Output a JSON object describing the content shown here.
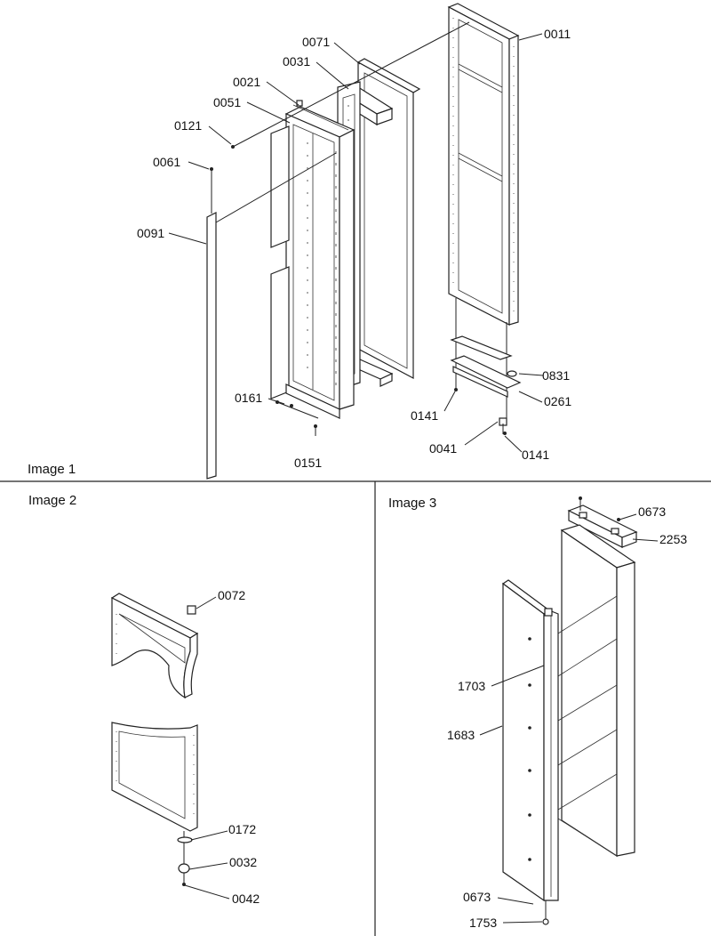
{
  "panels": {
    "image1": "Image 1",
    "image2": "Image 2",
    "image3": "Image 3"
  },
  "image1_parts": {
    "p0011": "0011",
    "p0071": "0071",
    "p0031": "0031",
    "p0021": "0021",
    "p0051": "0051",
    "p0121": "0121",
    "p0061": "0061",
    "p0091": "0091",
    "p0161": "0161",
    "p0151": "0151",
    "p0831": "0831",
    "p0261": "0261",
    "p0141a": "0141",
    "p0041": "0041",
    "p0141b": "0141"
  },
  "image2_parts": {
    "p0072": "0072",
    "p0172": "0172",
    "p0032": "0032",
    "p0042": "0042"
  },
  "image3_parts": {
    "p0673a": "0673",
    "p2253": "2253",
    "p1703": "1703",
    "p1683": "1683",
    "p0673b": "0673",
    "p1753": "1753"
  }
}
